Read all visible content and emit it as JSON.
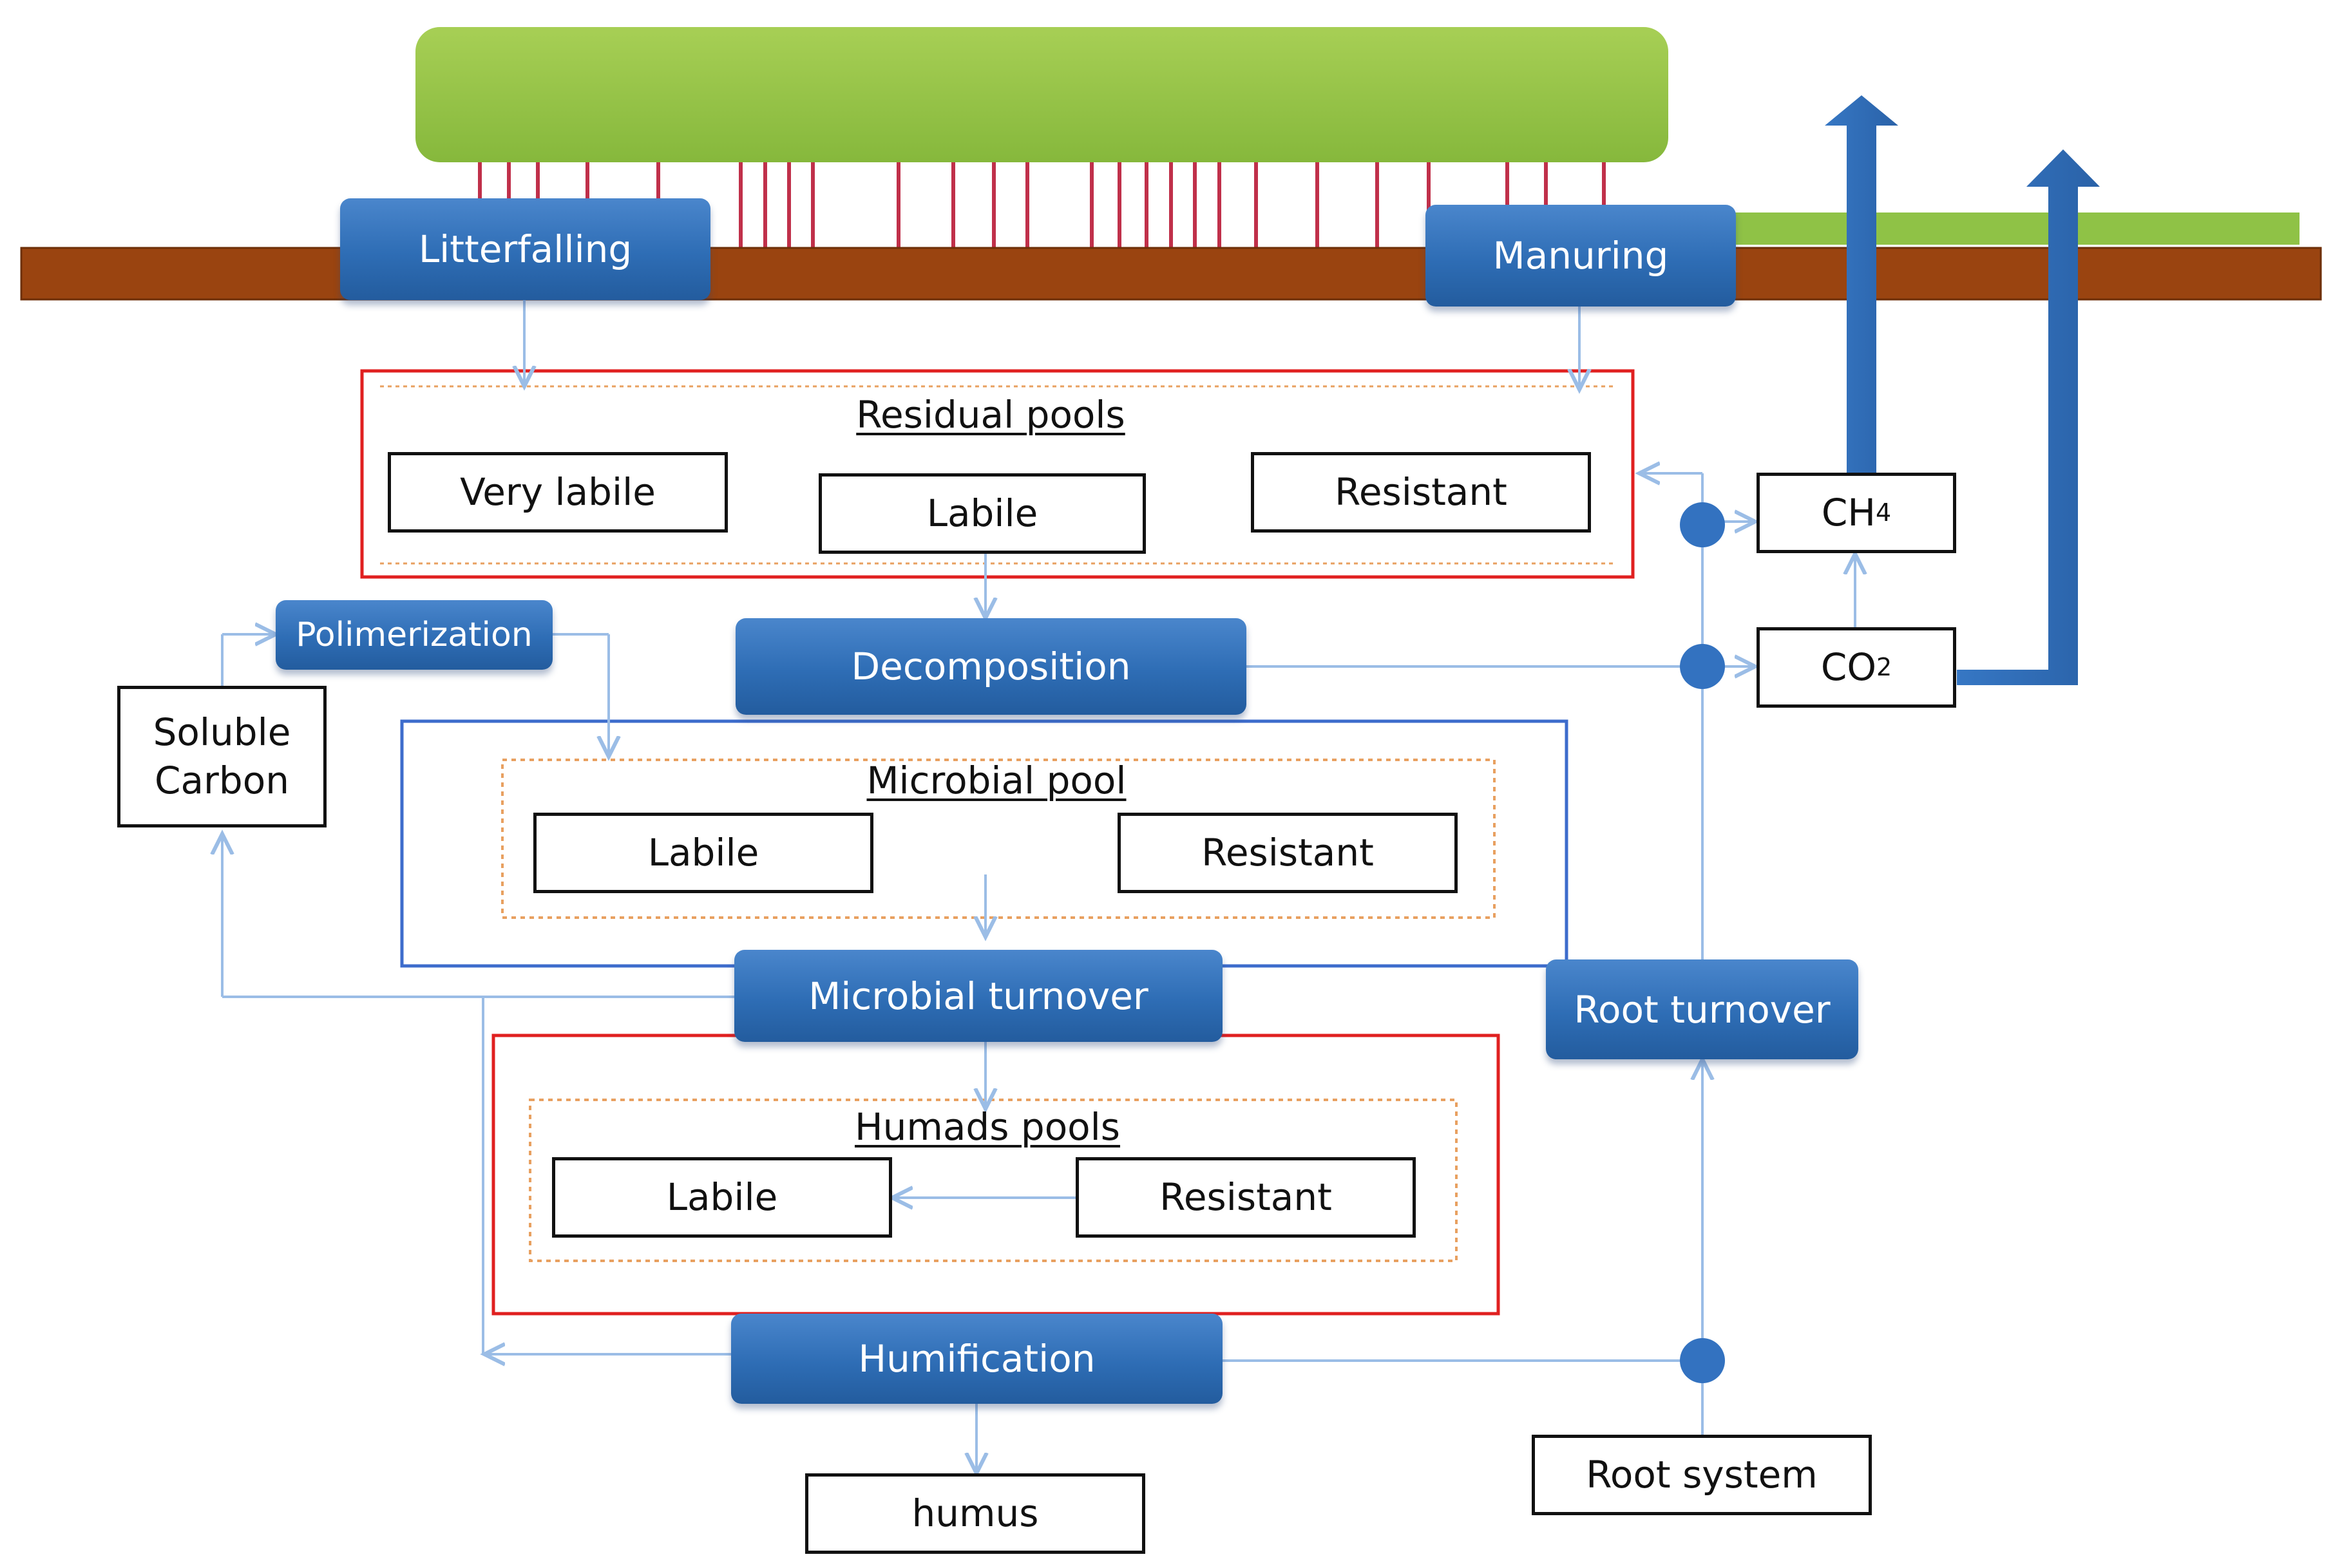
{
  "colors": {
    "canopy": "#96c34a",
    "ground": "#9a4410",
    "grass": "#8fc246",
    "process_fill": "#2e6db5",
    "pool_border_red": "#e02020",
    "pool_border_blue": "#3d6ccc",
    "inner_dotted": "#e8a060",
    "flow_line": "#9bbde6",
    "big_arrow": "#2f6cb8",
    "root_stems": "#c0304a"
  },
  "processes": {
    "litterfalling": "Litterfalling",
    "manuring": "Manuring",
    "polimerization": "Polimerization",
    "decomposition": "Decomposition",
    "microbial_turnover": "Microbial turnover",
    "root_turnover": "Root turnover",
    "humification": "Humification"
  },
  "residual_pools": {
    "title": "Residual pools",
    "very_labile": "Very labile",
    "labile": "Labile",
    "resistant": "Resistant"
  },
  "microbial_pool": {
    "title": "Microbial pool",
    "labile": "Labile",
    "resistant": "Resistant"
  },
  "humads_pools": {
    "title": "Humads pools",
    "labile": "Labile",
    "resistant": "Resistant"
  },
  "soluble_carbon": {
    "line1": "Soluble",
    "line2": "Carbon"
  },
  "gases": {
    "ch4_base": "CH",
    "ch4_sub": "4",
    "co2_base": "CO",
    "co2_sub": "2"
  },
  "humus": "humus",
  "root_system": "Root system"
}
